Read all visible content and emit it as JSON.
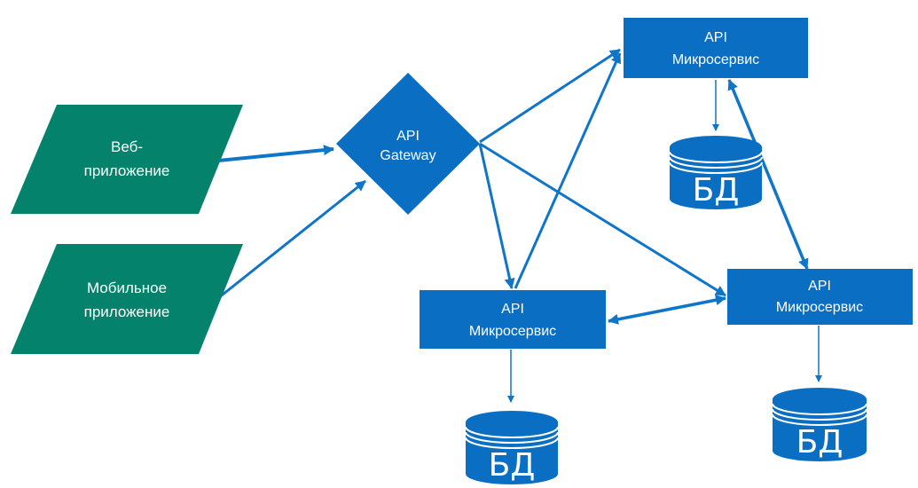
{
  "clients": {
    "web": {
      "line1": "Веб-",
      "line2": "приложение"
    },
    "mobile": {
      "line1": "Мобильное",
      "line2": "приложение"
    }
  },
  "gateway": {
    "line1": "API",
    "line2": "Gateway"
  },
  "services": {
    "top": {
      "line1": "API",
      "line2": "Микросервис"
    },
    "bottom": {
      "line1": "API",
      "line2": "Микросервис"
    },
    "right": {
      "line1": "API",
      "line2": "Микросервис"
    }
  },
  "databases": {
    "top": "БД",
    "bottom": "БД",
    "right": "БД"
  },
  "colors": {
    "client_fill": "#04826b",
    "service_fill": "#0a6fc3",
    "arrow": "#0f75c9",
    "db_band": "#ffffff"
  }
}
